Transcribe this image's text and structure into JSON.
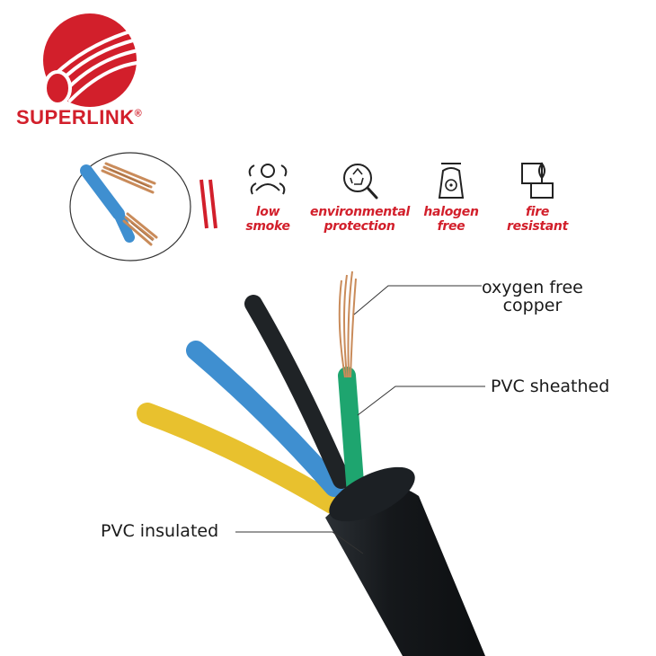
{
  "brand": {
    "name": "SUPERLINK",
    "mark": "®",
    "color": "#d21f2b"
  },
  "features": [
    {
      "icon": "low-smoke-icon",
      "label_line1": "low",
      "label_line2": "smoke"
    },
    {
      "icon": "environmental-protection-icon",
      "label_line1": "environmental",
      "label_line2": "protection"
    },
    {
      "icon": "halogen-free-icon",
      "label_line1": "halogen",
      "label_line2": "free"
    },
    {
      "icon": "fire-resistant-icon",
      "label_line1": "fire",
      "label_line2": "resistant"
    }
  ],
  "callouts": {
    "copper_line1": "oxygen free",
    "copper_line2": "copper",
    "sheathed": "PVC sheathed",
    "insulated": "PVC insulated"
  },
  "colors": {
    "accent_red": "#d21f2b",
    "jacket": "#16191c",
    "wire_blue": "#3f8fd0",
    "wire_yellow": "#e8c12e",
    "wire_green": "#1ea56f",
    "wire_black": "#1f2326",
    "copper": "#c98b5a"
  }
}
